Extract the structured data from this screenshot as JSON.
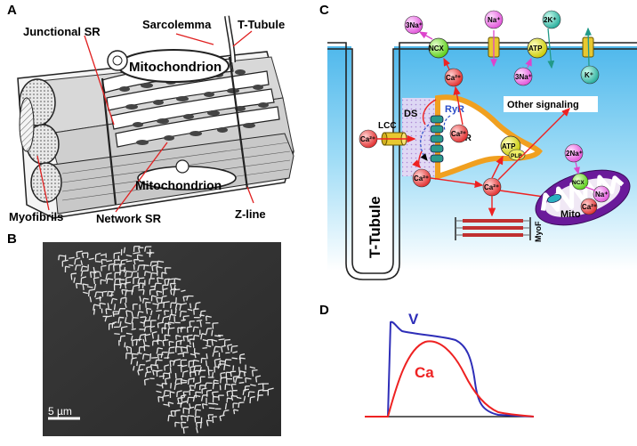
{
  "panels": {
    "a": {
      "letter": "A",
      "labels": {
        "junctional_sr": "Junctional SR",
        "sarcolemma": "Sarcolemma",
        "t_tubule": "T-Tubule",
        "mitochondrion_top": "Mitochondrion",
        "mitochondrion_bottom": "Mitochondrion",
        "myofibrils": "Myofibrils",
        "network_sr": "Network SR",
        "z_line": "Z-line"
      }
    },
    "b": {
      "letter": "B",
      "scale_bar": "5 µm"
    },
    "c": {
      "letter": "C",
      "labels": {
        "na3_top": "3Na⁺",
        "ncx_top": "NCX",
        "na_channel": "Na⁺",
        "atp_pump": "ATP",
        "k2": "2K⁺",
        "na3_pump": "3Na⁺",
        "k_channel": "K⁺",
        "ca_top": "Ca²⁺",
        "other_signaling": "Other signaling",
        "lcc": "LCC",
        "ds": "DS",
        "ryr": "RyR",
        "ca_ds": "Ca²⁺",
        "ca_sr": "Ca²⁺",
        "sr": "SR",
        "atp_serca": "ATP",
        "plb": "PLB",
        "ca_lcc": "Ca²⁺",
        "ca_bottom": "Ca²⁺",
        "ca_center": "Ca²⁺",
        "t_tubule": "T-Tubule",
        "myof": "MyoF",
        "na2_mito": "2Na⁺",
        "ncx_mito": "NCX",
        "na_mito": "Na⁺",
        "mito": "Mito",
        "ca_mito": "Ca²⁺"
      }
    },
    "d": {
      "letter": "D",
      "v_label": "V",
      "ca_label": "Ca"
    }
  },
  "colors": {
    "voltage": "#2e2eb8",
    "calcium": "#ee2222",
    "cytosol_blue": "#5bc0ee",
    "sr_orange": "#f0a020",
    "mito_purple": "#6a1a9a",
    "ca_red": "#e84040",
    "ion_pink": "#ee66dd",
    "ncx_green": "#66dd22",
    "pump_yellow": "#dddd22",
    "k_teal": "#33bbaa"
  }
}
